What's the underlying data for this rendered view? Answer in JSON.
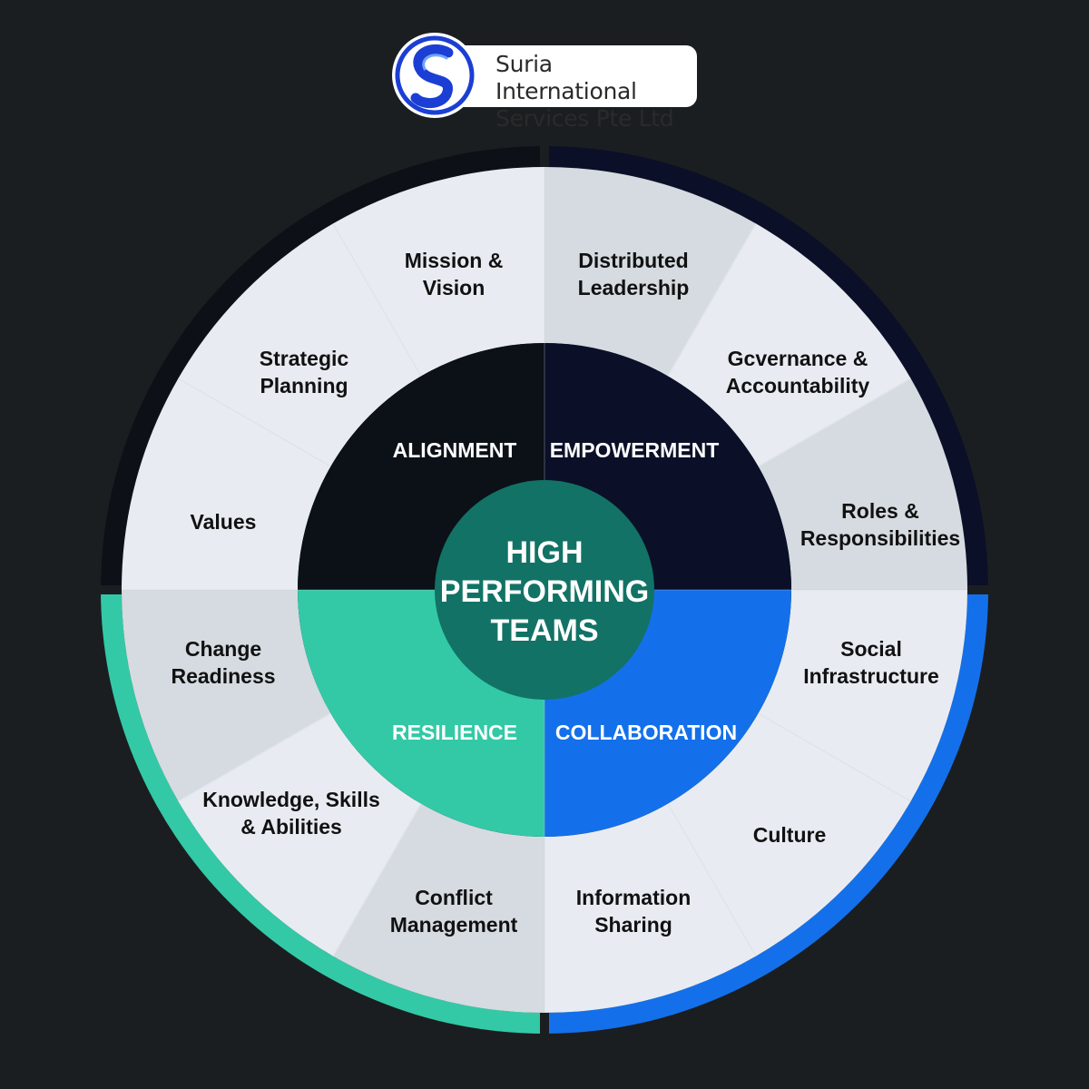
{
  "logo": {
    "company_line1": "Suria International",
    "company_line2": "Services Pte Ltd"
  },
  "center": {
    "lines": [
      "HIGH",
      "PERFORMING",
      "TEAMS"
    ]
  },
  "quadrants": [
    {
      "key": "alignment",
      "label": "ALIGNMENT",
      "color": "#0b1116",
      "ring_color": "#0d1117",
      "items": [
        {
          "key": "values",
          "lines": [
            "Values"
          ]
        },
        {
          "key": "strategic-planning",
          "lines": [
            "Strategic",
            "Planning"
          ]
        },
        {
          "key": "mission-vision",
          "lines": [
            "Mission &",
            "Vision"
          ]
        }
      ]
    },
    {
      "key": "empowerment",
      "label": "EMPOWERMENT",
      "color": "#0b1028",
      "ring_color": "#0b1028",
      "items": [
        {
          "key": "distributed-leadership",
          "lines": [
            "Distributed",
            "Leadership"
          ]
        },
        {
          "key": "governance-accountability",
          "lines": [
            "Gcvernance &",
            "Accountability"
          ]
        },
        {
          "key": "roles-responsibilities",
          "lines": [
            "Roles &",
            "Responsibilities"
          ]
        }
      ]
    },
    {
      "key": "collaboration",
      "label": "COLLABORATION",
      "color": "#1470ea",
      "ring_color": "#1470ea",
      "items": [
        {
          "key": "social-infrastructure",
          "lines": [
            "Social",
            "Infrastructure"
          ]
        },
        {
          "key": "culture",
          "lines": [
            "Culture"
          ]
        },
        {
          "key": "information-sharing",
          "lines": [
            "Information",
            "Sharing"
          ]
        }
      ]
    },
    {
      "key": "resilience",
      "label": "RESILIENCE",
      "color": "#33c9a6",
      "ring_color": "#33c9a6",
      "items": [
        {
          "key": "conflict-management",
          "lines": [
            "Conflict",
            "Management"
          ]
        },
        {
          "key": "knowledge-skills-abilities",
          "lines": [
            "Knowledge, Skills",
            "& Abilities"
          ]
        },
        {
          "key": "change-readiness",
          "lines": [
            "Change",
            "Readiness"
          ]
        }
      ]
    }
  ],
  "colors": {
    "background": "#1b1e20",
    "center_fill": "#127266",
    "segment_light": "#e8ecf2",
    "segment_gray": "#d5dbe0",
    "label_text": "#111111",
    "quadrant_text": "#ffffff"
  }
}
